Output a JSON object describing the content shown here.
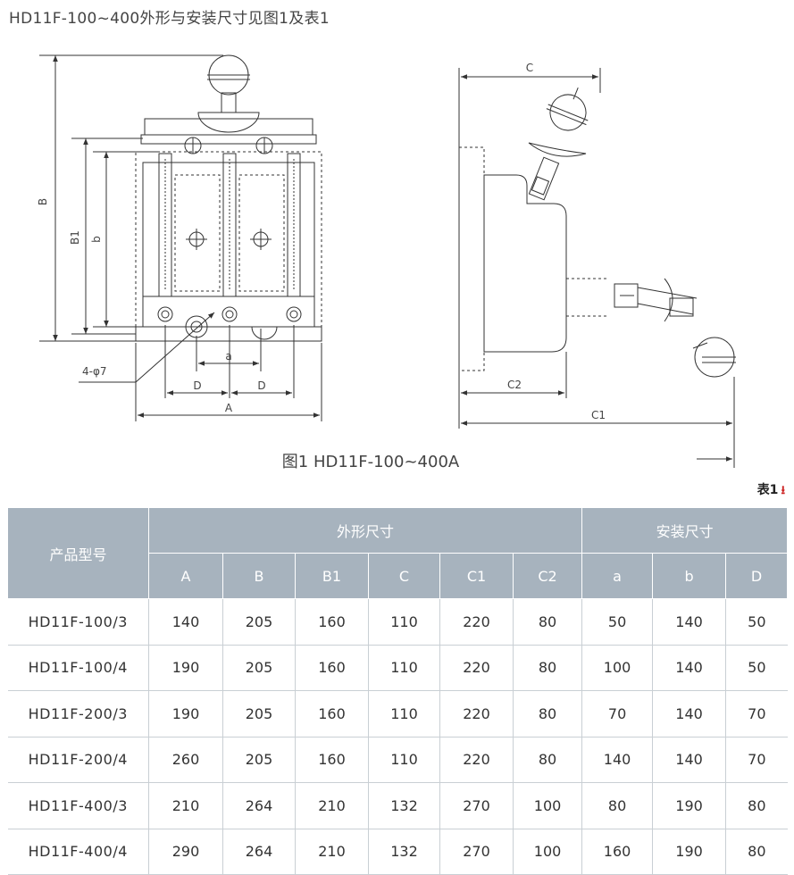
{
  "heading": "HD11F-100~400外形与安装尺寸见图1及表1",
  "figure": {
    "caption": "图1 HD11F-100~400A",
    "labels": {
      "B": "B",
      "B1": "B1",
      "b": "b",
      "a": "a",
      "D": "D",
      "A": "A",
      "hole": "4-φ7",
      "C": "C",
      "C1": "C1",
      "C2": "C2"
    }
  },
  "table_label": "表1",
  "download_icon": "download-icon",
  "table": {
    "model_header": "产品型号",
    "group_outline": "外形尺寸",
    "group_install": "安装尺寸",
    "columns": [
      "A",
      "B",
      "B1",
      "C",
      "C1",
      "C2",
      "a",
      "b",
      "D"
    ],
    "rows": [
      {
        "model": "HD11F-100/3",
        "values": [
          "140",
          "205",
          "160",
          "110",
          "220",
          "80",
          "50",
          "140",
          "50"
        ]
      },
      {
        "model": "HD11F-100/4",
        "values": [
          "190",
          "205",
          "160",
          "110",
          "220",
          "80",
          "100",
          "140",
          "50"
        ]
      },
      {
        "model": "HD11F-200/3",
        "values": [
          "190",
          "205",
          "160",
          "110",
          "220",
          "80",
          "70",
          "140",
          "70"
        ]
      },
      {
        "model": "HD11F-200/4",
        "values": [
          "260",
          "205",
          "160",
          "110",
          "220",
          "80",
          "140",
          "140",
          "70"
        ]
      },
      {
        "model": "HD11F-400/3",
        "values": [
          "210",
          "264",
          "210",
          "132",
          "270",
          "100",
          "80",
          "190",
          "80"
        ]
      },
      {
        "model": "HD11F-400/4",
        "values": [
          "290",
          "264",
          "210",
          "132",
          "270",
          "100",
          "160",
          "190",
          "80"
        ]
      }
    ]
  }
}
